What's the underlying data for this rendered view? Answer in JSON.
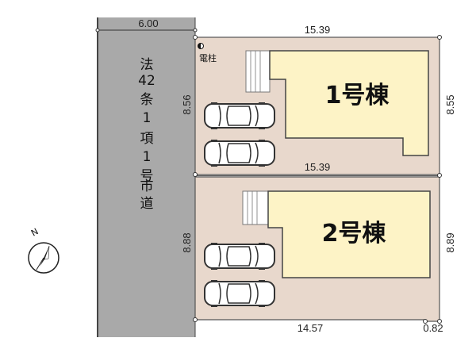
{
  "road": {
    "width": "6.00",
    "lines": [
      "法",
      "42",
      "条",
      "1",
      "項",
      "1",
      "号",
      "",
      "市",
      "道"
    ]
  },
  "lot1": {
    "top": "15.39",
    "bottom": "15.39",
    "left": "8.56",
    "right": "8.55",
    "name": "1号棟",
    "pole": "電柱"
  },
  "lot2": {
    "bottom": "14.57",
    "bottom_extra": "0.82",
    "left": "8.88",
    "right": "8.89",
    "name": "2号棟"
  },
  "compass": {
    "north": "N"
  },
  "colors": {
    "road": "#a9a9a9",
    "lot": "#e8d8cc",
    "building": "#fdf3c6",
    "line": "#5a5a5a"
  }
}
